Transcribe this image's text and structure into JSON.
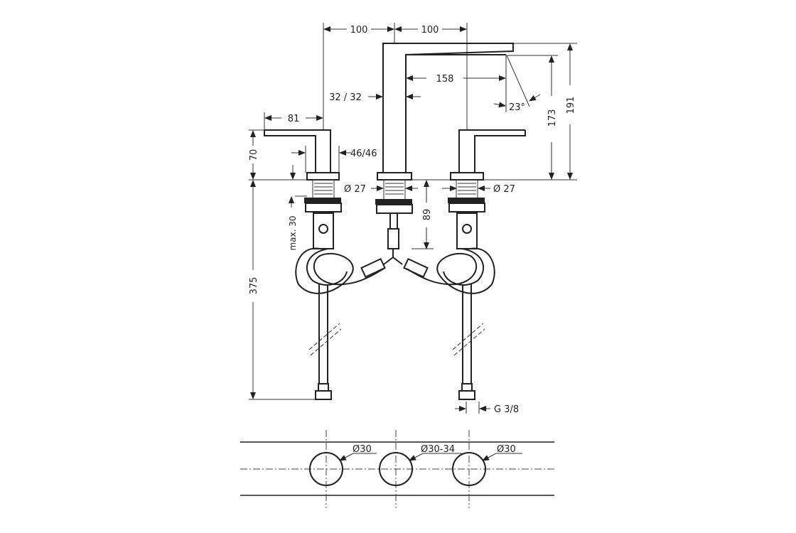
{
  "title": "Faucet dimension drawing",
  "dimensions": {
    "spacing_left": "100",
    "spacing_right": "100",
    "spout_reach": "158",
    "spout_width": "32 / 32",
    "spray_angle": "23°",
    "outlet_height": "173",
    "total_height": "191",
    "handle_length": "81",
    "handle_height": "70",
    "handle_width": "46/46",
    "thread_left": "Ø 27",
    "thread_right": "Ø 27",
    "shank_length": "89",
    "max_deck": "max. 30",
    "hose_length": "375",
    "connection": "G 3/8"
  },
  "deck_holes": {
    "left": "Ø30",
    "center": "Ø30-34",
    "right": "Ø30"
  }
}
